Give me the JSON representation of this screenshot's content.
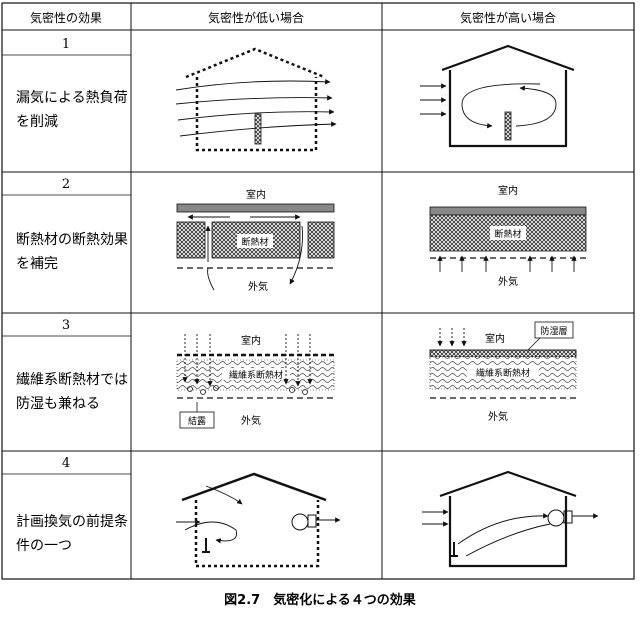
{
  "table": {
    "headers": [
      "気密性の効果",
      "気密性が低い場合",
      "気密性が高い場合"
    ],
    "rows": [
      {
        "number": "1",
        "label_lines": [
          "漏気による熱負荷",
          "を削減"
        ]
      },
      {
        "number": "2",
        "label_lines": [
          "断熱材の断熱効果",
          "を補完"
        ]
      },
      {
        "number": "3",
        "label_lines": [
          "繊維系断熱材では",
          "防湿も兼ねる"
        ]
      },
      {
        "number": "4",
        "label_lines": [
          "計画換気の前提条",
          "件の一つ"
        ]
      }
    ]
  },
  "diagram_labels": {
    "indoor": "室内",
    "outdoor": "外気",
    "insulation": "断熱材",
    "fiber_insulation": "繊維系断熱材",
    "condensation": "結露",
    "vapor_barrier": "防湿層"
  },
  "caption": "図2.7　気密化による４つの効果",
  "colors": {
    "line": "#111111",
    "hatch": "#333333",
    "paper": "#ffffff"
  },
  "icons": [
    "house-icon",
    "fan-icon",
    "airflow-arrow-icon",
    "heater-icon"
  ]
}
